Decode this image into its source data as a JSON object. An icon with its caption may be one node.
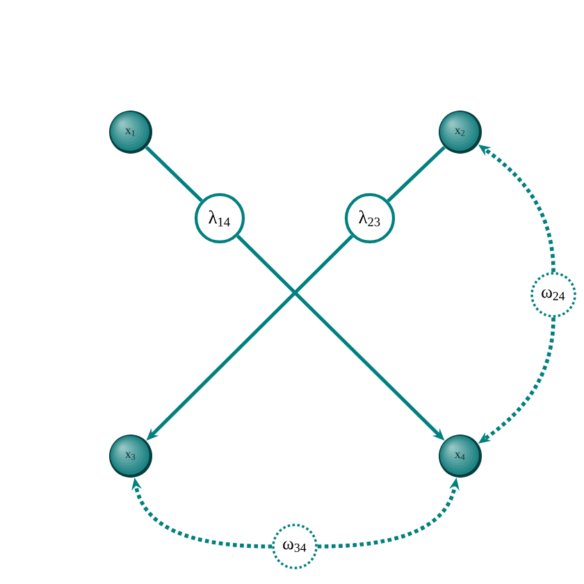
{
  "diagram": {
    "nodes": [
      {
        "text": [
          "x$_{1}$"
        ]
      },
      {
        "text": [
          "x$_{2}$"
        ]
      },
      {
        "text": [
          "λ$_{14}$"
        ]
      },
      {
        "text": [
          "λ$_{23}$"
        ]
      },
      {
        "text": [
          "ω$_{24}$"
        ]
      },
      {
        "text": [
          "x$_{3}$"
        ]
      },
      {
        "text": [
          "x$_{4}$"
        ]
      },
      {
        "text": [
          "ω$_{34}$"
        ]
      }
    ],
    "edges": [
      {
        "from": 0,
        "to": 2,
        "arrow": "none"
      },
      {
        "from": 2,
        "to": 6,
        "arrow": "to"
      },
      {
        "from": 1,
        "to": 3,
        "arrow": "none"
      },
      {
        "from": 3,
        "to": 5,
        "arrow": "to"
      },
      {
        "from": 4,
        "to": 1,
        "arrow": "to",
        "style": "dashed"
      },
      {
        "from": 4,
        "to": 6,
        "arrow": "to",
        "style": "dashed"
      },
      {
        "from": 7,
        "to": 5,
        "arrow": "to",
        "style": "dashed"
      },
      {
        "from": 7,
        "to": 6,
        "arrow": "to",
        "style": "dashed"
      }
    ]
  }
}
